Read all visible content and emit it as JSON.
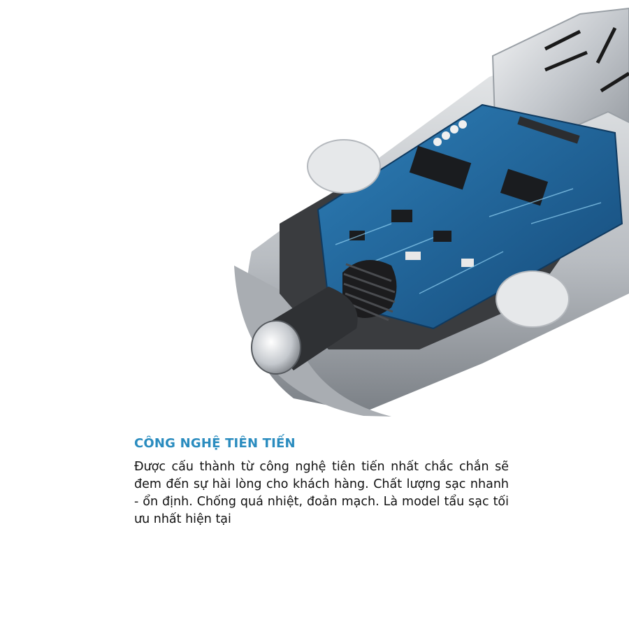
{
  "colors": {
    "accent": "#2a8cbf",
    "text": "#111111",
    "background": "#ffffff",
    "pcb": "#1f5f95",
    "metal": "#c9cdd2"
  },
  "illustration": {
    "icon": "car-charger-cutaway-illustration"
  },
  "section": {
    "title": "CÔNG NGHỆ TIÊN TIẾN",
    "description": "Được cấu thành từ công nghệ tiên tiến nhất chắc chắn sẽ đem đến sự hài lòng cho khách hàng. Chất lượng sạc nhanh - ổn định. Chống quá nhiệt, đoản mạch. Là model tẩu sạc tối ưu nhất hiện tại"
  }
}
